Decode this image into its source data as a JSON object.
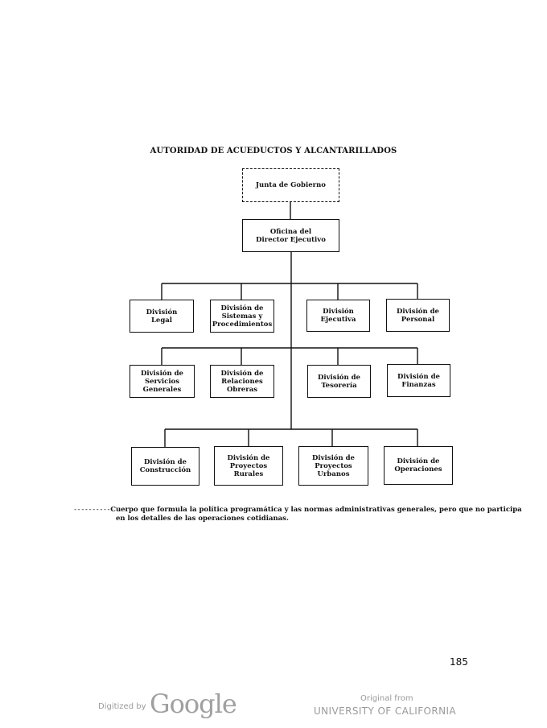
{
  "title": "AUTORIDAD DE ACUEDUCTOS Y ALCANTARILLADOS",
  "board": {
    "label": "Junta de Gobierno"
  },
  "director": {
    "label": "Oficina del\nDirector Ejecutivo"
  },
  "row1": [
    {
      "label": "División\nLegal"
    },
    {
      "label": "División de\nSistemas y\nProcedimientos"
    },
    {
      "label": "División\nEjecutiva"
    },
    {
      "label": "División de\nPersonal"
    }
  ],
  "row2": [
    {
      "label": "División de\nServicios\nGenerales"
    },
    {
      "label": "División de\nRelaciones\nObreras"
    },
    {
      "label": "División de\nTesorería"
    },
    {
      "label": "División de\nFinanzas"
    }
  ],
  "row3": [
    {
      "label": "División de\nConstrucción"
    },
    {
      "label": "División de\nProyectos\nRurales"
    },
    {
      "label": "División de\nProyectos\nUrbanos"
    },
    {
      "label": "División  de\nOperaciones"
    }
  ],
  "footnote": {
    "dashes": "----------",
    "line1": "Cuerpo  que  formula la política programática y las normas administrativas generales,  pero que no participa",
    "line2": "en los detalles de las operaciones cotidianas."
  },
  "page_number": "185",
  "watermark": {
    "digitized_by": "Digitized by",
    "logo_text": "Google",
    "original_from": "Original from",
    "institution": "UNIVERSITY OF CALIFORNIA"
  }
}
